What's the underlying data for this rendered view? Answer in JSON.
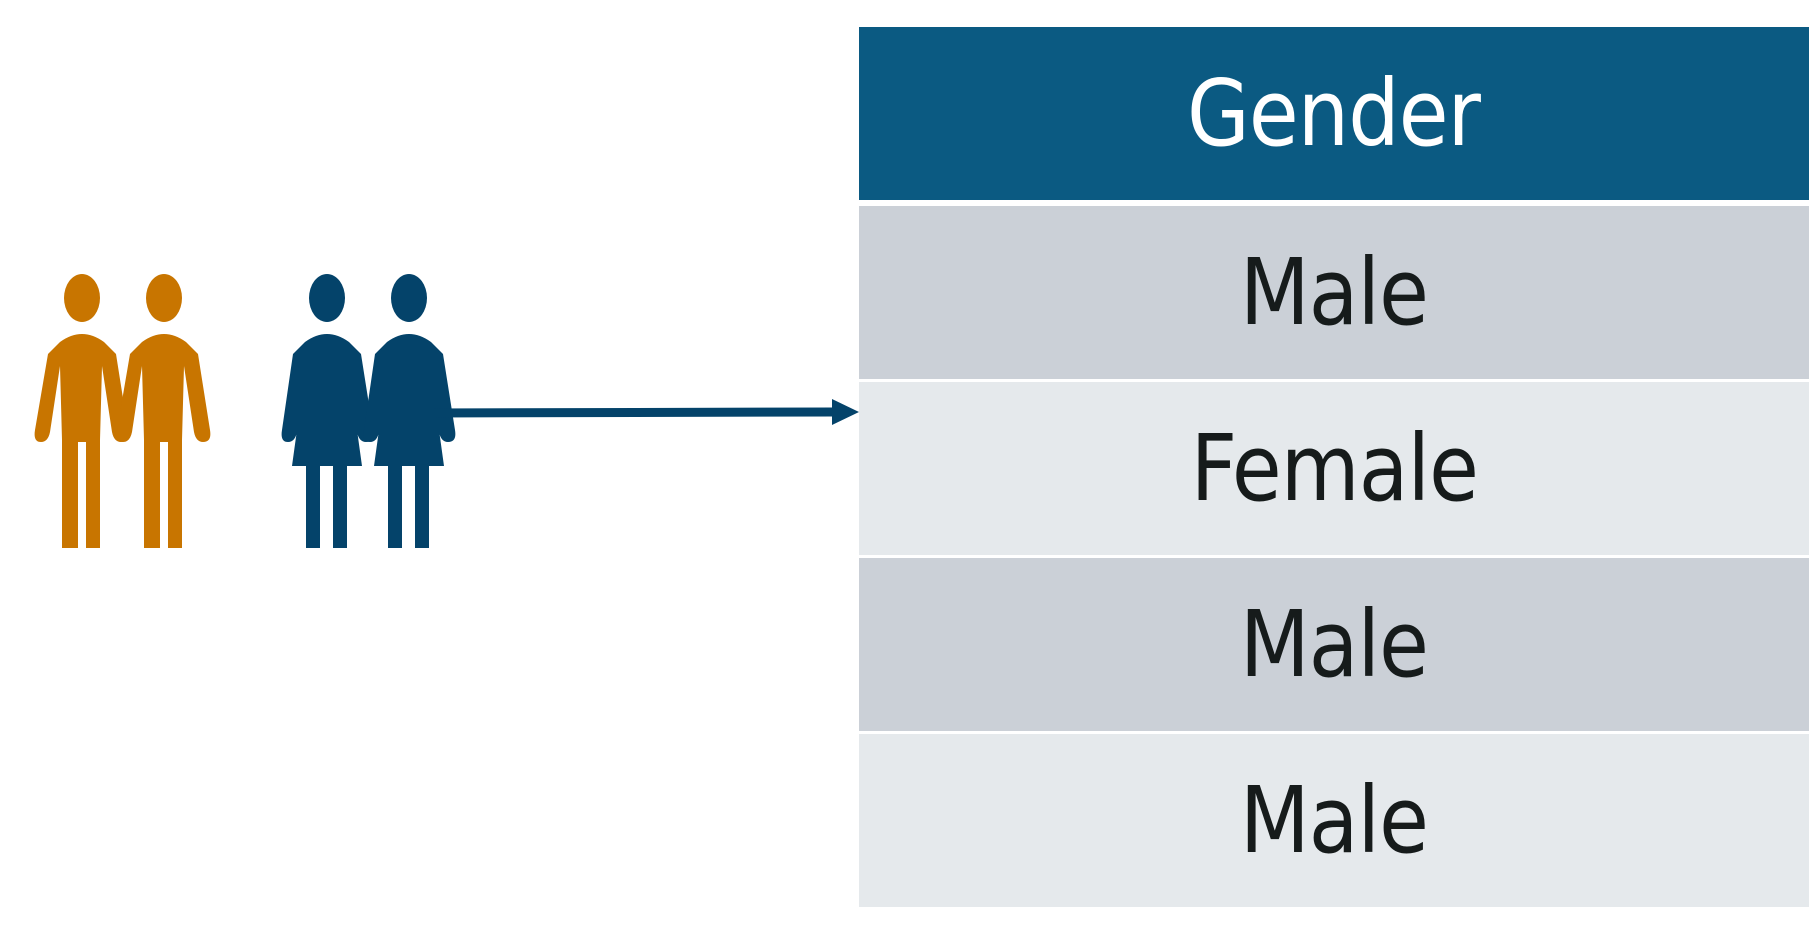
{
  "colors": {
    "male_icon": "#c87500",
    "female_icon": "#04436a",
    "arrow": "#04436a",
    "header_bg": "#0b5a82",
    "header_text": "#ffffff",
    "row_dark": "#cbd0d7",
    "row_light": "#e5e9ec",
    "row_text": "#161b1b"
  },
  "illustration": {
    "groups": [
      {
        "label": "male-figures",
        "count": 2,
        "icon": "male-person-icon"
      },
      {
        "label": "female-figures",
        "count": 2,
        "icon": "female-person-icon"
      }
    ]
  },
  "table": {
    "header": "Gender",
    "rows": [
      "Male",
      "Female",
      "Male",
      "Male"
    ]
  }
}
